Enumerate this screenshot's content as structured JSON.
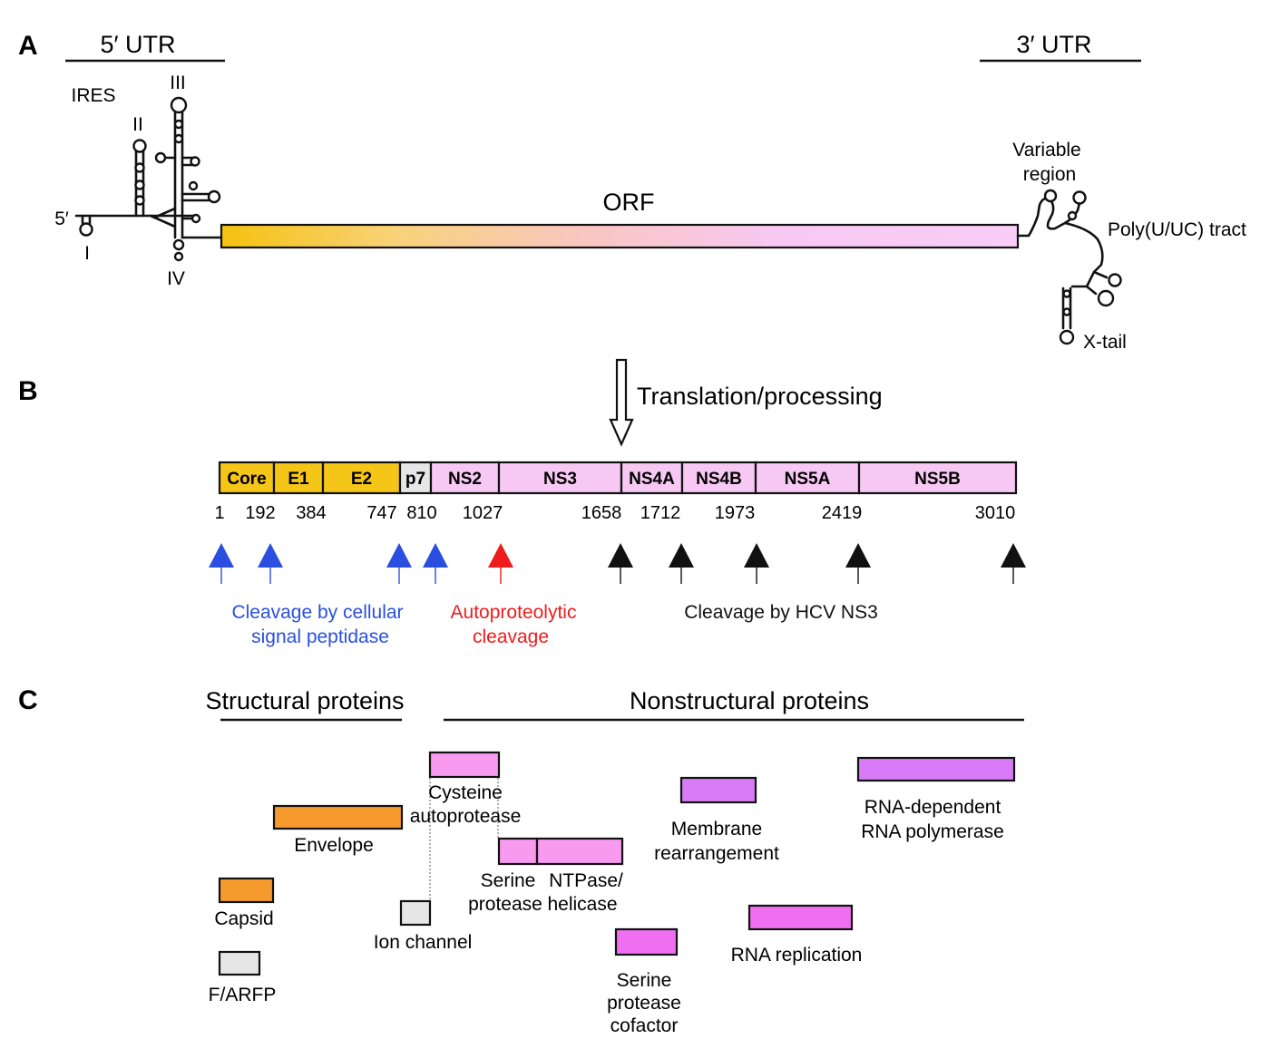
{
  "panels": {
    "a": "A",
    "b": "B",
    "c": "C"
  },
  "genome": {
    "utr5": "5′ UTR",
    "utr3": "3′ UTR",
    "ires": "IRES",
    "five_prime": "5′",
    "domains": {
      "i": "I",
      "ii": "II",
      "iii": "III",
      "iv": "IV"
    },
    "orf": "ORF",
    "variable_region": [
      "Variable",
      "region"
    ],
    "poly_tract": "Poly(U/UC) tract",
    "x_tail": "X-tail"
  },
  "translation_label": "Translation/processing",
  "polyprotein": {
    "segments": [
      {
        "name": "Core",
        "color": "#f5c518"
      },
      {
        "name": "E1",
        "color": "#f5c518"
      },
      {
        "name": "E2",
        "color": "#f5c518"
      },
      {
        "name": "p7",
        "color": "#e6e6e6"
      },
      {
        "name": "NS2",
        "color": "#f7c8f3"
      },
      {
        "name": "NS3",
        "color": "#f7c8f3"
      },
      {
        "name": "NS4A",
        "color": "#f7c8f3"
      },
      {
        "name": "NS4B",
        "color": "#f7c8f3"
      },
      {
        "name": "NS5A",
        "color": "#f7c8f3"
      },
      {
        "name": "NS5B",
        "color": "#f7c8f3"
      }
    ],
    "positions": [
      "1",
      "192",
      "384",
      "747",
      "810",
      "1027",
      "1658",
      "1712",
      "1973",
      "2419",
      "3010"
    ]
  },
  "cleavage": {
    "groups": [
      {
        "color": "#2a4fe0",
        "lines": [
          "Cleavage by cellular",
          "signal peptidase"
        ]
      },
      {
        "color": "#ee1c1c",
        "lines": [
          "Autoproteolytic",
          "cleavage"
        ]
      },
      {
        "color": "#111111",
        "lines": [
          "Cleavage by HCV NS3"
        ]
      }
    ],
    "arrow_colors": [
      "#2a4fe0",
      "#2a4fe0",
      "#2a4fe0",
      "#2a4fe0",
      "#ee1c1c",
      "#111111",
      "#111111",
      "#111111",
      "#111111",
      "#111111"
    ]
  },
  "functions": {
    "structural_header": "Structural proteins",
    "nonstructural_header": "Nonstructural proteins",
    "items": [
      {
        "id": "envelope",
        "lines": [
          "Envelope"
        ],
        "color": "#f79a2e"
      },
      {
        "id": "capsid",
        "lines": [
          "Capsid"
        ],
        "color": "#f79a2e"
      },
      {
        "id": "farfp",
        "lines": [
          "F/ARFP"
        ],
        "color": "#e6e6e6"
      },
      {
        "id": "cysteine",
        "lines": [
          "Cysteine",
          "autoprotease"
        ],
        "color": "#f89af0"
      },
      {
        "id": "ion-channel",
        "lines": [
          "Ion channel"
        ],
        "color": "#e6e6e6"
      },
      {
        "id": "serine-protease",
        "lines": [
          "Serine",
          "protease"
        ],
        "color": "#f89af0"
      },
      {
        "id": "ntpase",
        "lines": [
          "NTPase/",
          "helicase"
        ],
        "color": "#f89af0"
      },
      {
        "id": "cofactor",
        "lines": [
          "Serine",
          "protease",
          "cofactor"
        ],
        "color": "#f06ef0"
      },
      {
        "id": "membrane",
        "lines": [
          "Membrane",
          "rearrangement"
        ],
        "color": "#d77cf6"
      },
      {
        "id": "rna-replication",
        "lines": [
          "RNA replication"
        ],
        "color": "#f06ef0"
      },
      {
        "id": "polymerase",
        "lines": [
          "RNA-dependent",
          "RNA polymerase"
        ],
        "color": "#d77cf6"
      }
    ]
  }
}
